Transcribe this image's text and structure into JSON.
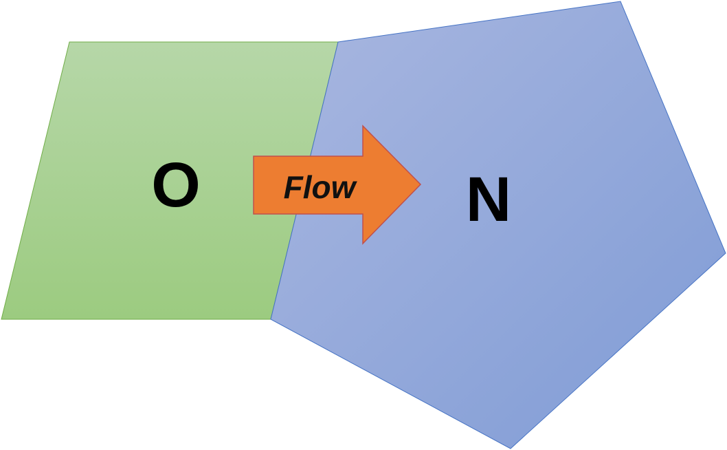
{
  "diagram": {
    "source_label": "O",
    "target_label": "N",
    "arrow_label": "Flow"
  },
  "colors": {
    "source_fill_top": "#B6D7A8",
    "source_fill_bottom": "#9CCB80",
    "source_stroke": "#70AD47",
    "target_fill_light": "#A9B7E0",
    "target_fill_dark": "#7F9BD5",
    "target_stroke": "#4472C4",
    "arrow_fill": "#ED7D31",
    "arrow_stroke": "#C0504D"
  }
}
